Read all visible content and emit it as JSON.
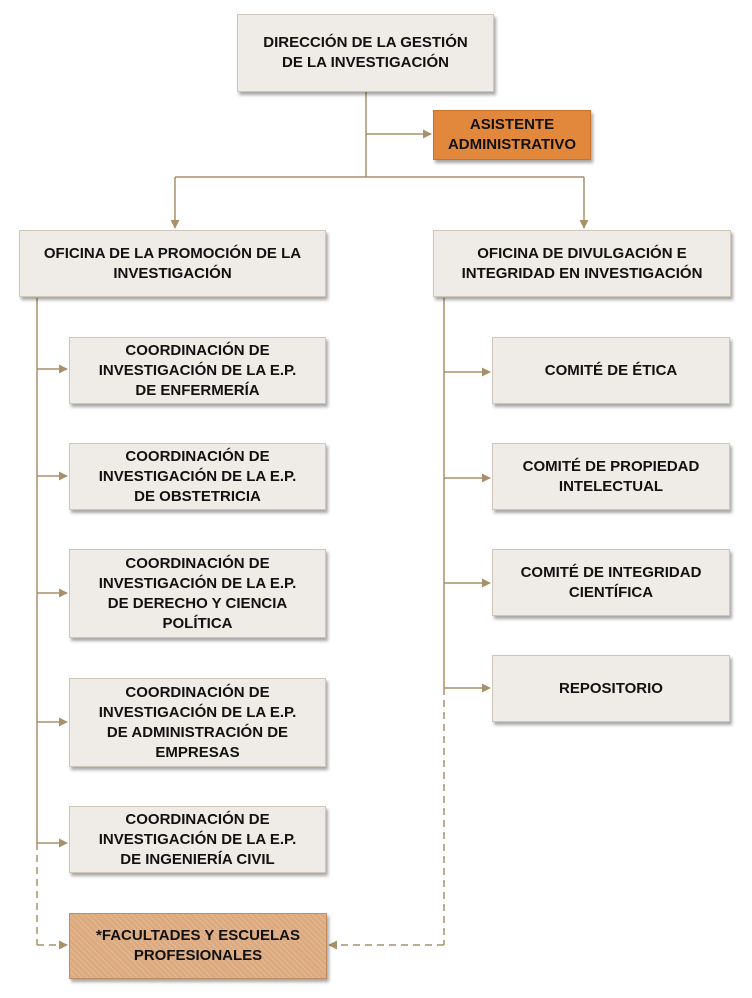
{
  "title_box": {
    "label": "DIRECCIÓN DE LA GESTIÓN\nDE LA INVESTIGACIÓN"
  },
  "assistant_box": {
    "label": "ASISTENTE\nADMINISTRATIVO"
  },
  "left_office": {
    "label": "OFICINA DE LA PROMOCIÓN DE LA\nINVESTIGACIÓN",
    "children": [
      "COORDINACIÓN DE\nINVESTIGACIÓN DE LA E.P.\nDE ENFERMERÍA",
      "COORDINACIÓN DE\nINVESTIGACIÓN DE LA E.P.\nDE OBSTETRICIA",
      "COORDINACIÓN DE\nINVESTIGACIÓN DE LA E.P.\nDE DERECHO Y CIENCIA\nPOLÍTICA",
      "COORDINACIÓN DE\nINVESTIGACIÓN DE LA E.P.\nDE ADMINISTRACIÓN DE\nEMPRESAS",
      "COORDINACIÓN DE\nINVESTIGACIÓN DE LA E.P.\nDE INGENIERÍA CIVIL"
    ]
  },
  "right_office": {
    "label": "OFICINA DE DIVULGACIÓN E\nINTEGRIDAD EN INVESTIGACIÓN",
    "children": [
      "COMITÉ DE  ÉTICA",
      "COMITÉ DE PROPIEDAD\nINTELECTUAL",
      "COMITÉ DE INTEGRIDAD\nCIENTÍFICA",
      "REPOSITORIO"
    ]
  },
  "faculties_box": {
    "label": "*FACULTADES Y ESCUELAS\nPROFESIONALES"
  },
  "colors": {
    "connector": "#a8906a",
    "box_fill": "#efebe6",
    "accent_orange": "#e2883d",
    "hatched_fill": "#dcaa7e"
  }
}
